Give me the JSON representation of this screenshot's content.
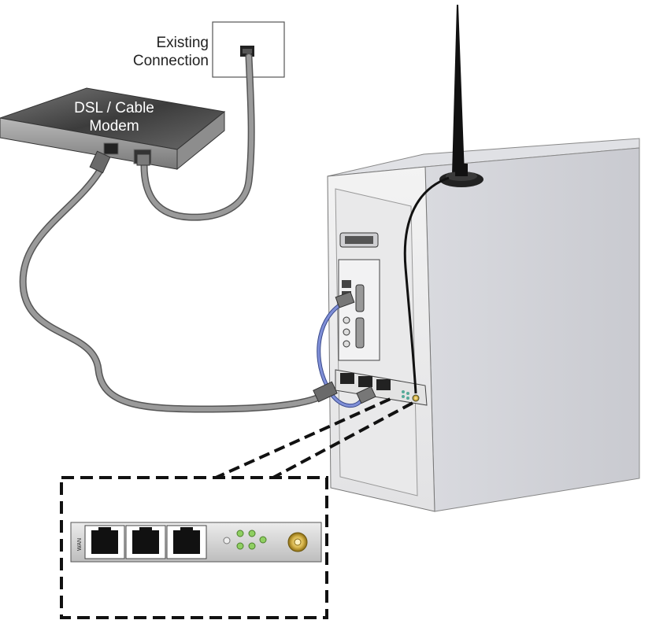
{
  "labels": {
    "existing_line1": "Existing",
    "existing_line2": "Connection",
    "modem_line1": "DSL / Cable",
    "modem_line2": "Modem",
    "wan_port": "WAN"
  },
  "colors": {
    "cable_gray": "#8a8a8a",
    "cable_blue": "#6f7fc9",
    "antenna": "#111111",
    "led_green": "#8fcf62",
    "sma_gold": "#d6b44a"
  },
  "icons": [
    "antenna-icon",
    "rj45-port-icon",
    "led-icon",
    "sma-connector-icon"
  ]
}
